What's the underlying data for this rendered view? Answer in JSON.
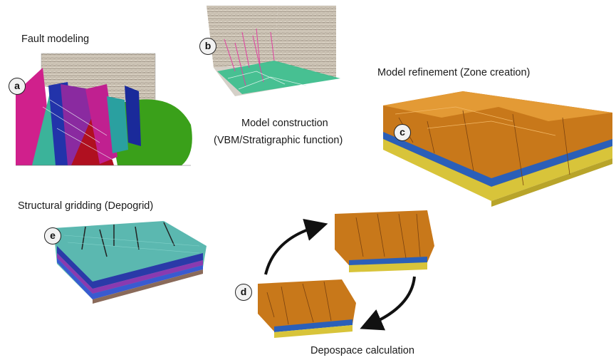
{
  "labels": {
    "a": "Fault modeling",
    "b_line1": "Model construction",
    "b_line2": "(VBM/Stratigraphic function)",
    "c": "Model refinement (Zone creation)",
    "d": "Depospace calculation",
    "e": "Structural gridding (Depogrid)"
  },
  "badges": {
    "a": "a",
    "b": "b",
    "c": "c",
    "d": "d",
    "e": "e"
  },
  "colors": {
    "orange": "#c8781a",
    "orange_light": "#e39a35",
    "orange_dark": "#9a5510",
    "blue_layer": "#2b5fb8",
    "yellow_layer": "#d8c43a",
    "teal": "#3bb39a",
    "green": "#3aa01a",
    "magenta": "#d0208c",
    "seismic": "#cfc6b8"
  }
}
